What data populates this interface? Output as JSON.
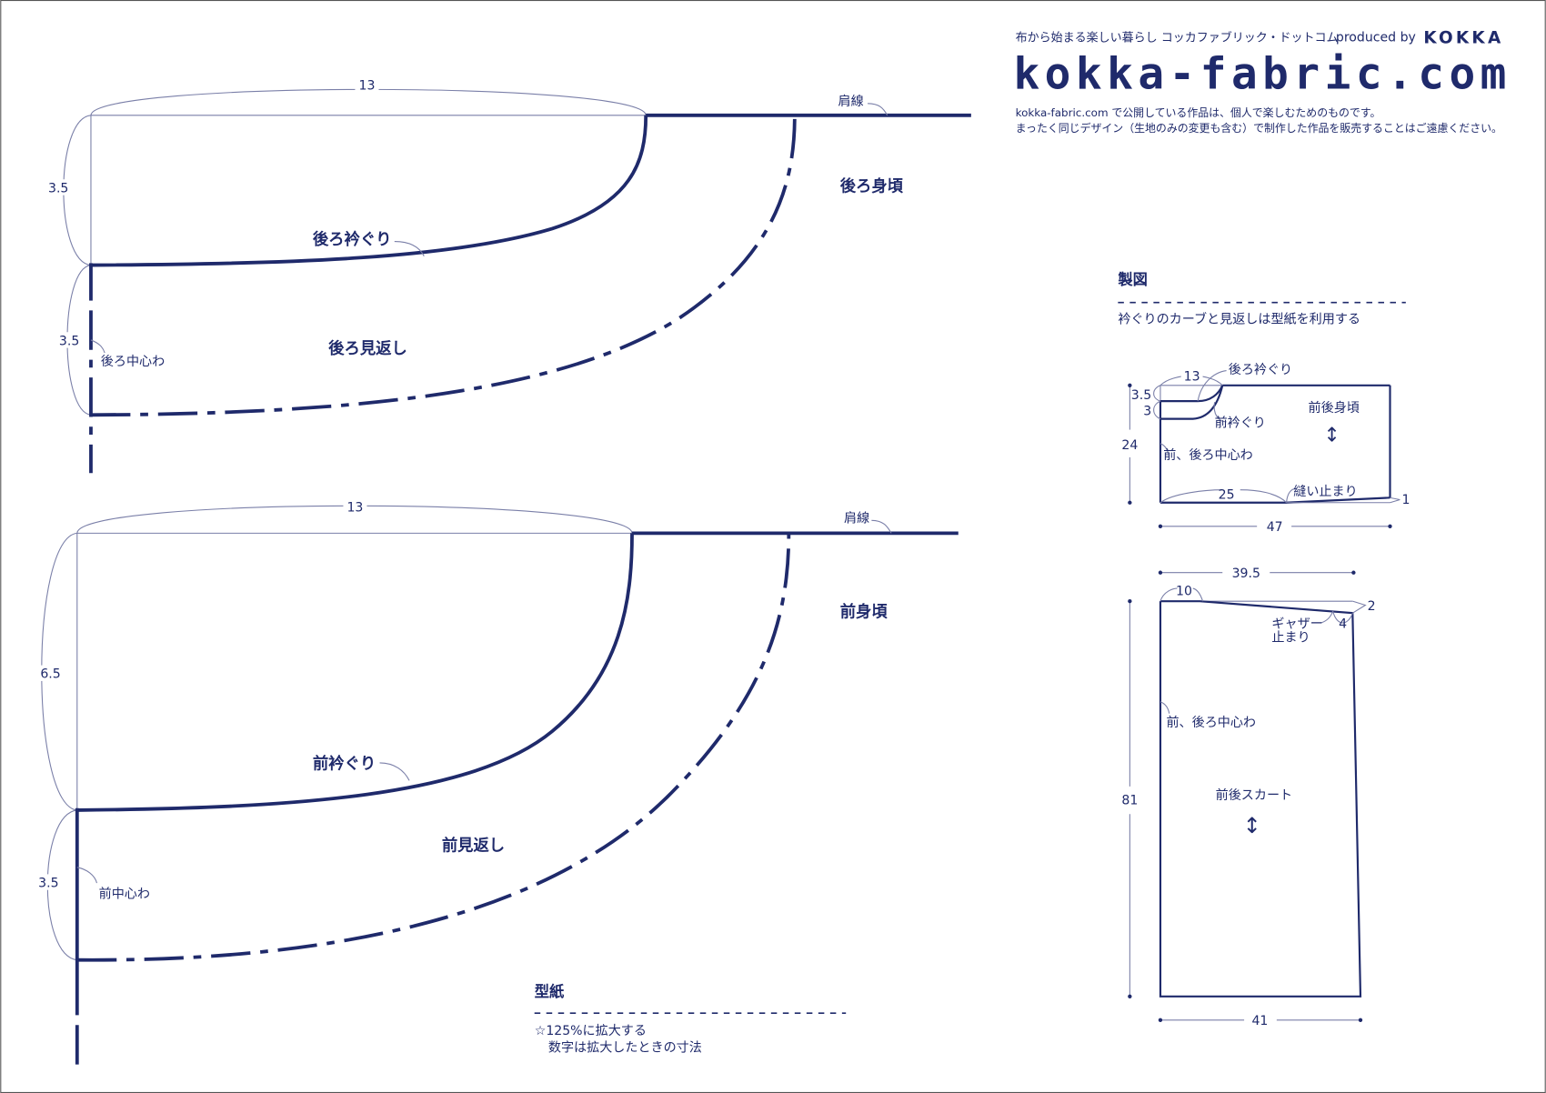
{
  "header": {
    "tagline": "布から始まる楽しい暮らし コッカファブリック・ドットコム",
    "produced_by": "produced by",
    "brand": "KOKKA",
    "logo": "kokka-fabric.com",
    "notice_1": "kokka-fabric.com で公開している作品は、個人で楽しむためのものです。",
    "notice_2": "まったく同じデザイン（生地のみの変更も含む）で制作した作品を販売することはご遠慮ください。"
  },
  "back_pattern": {
    "width_dim": "13",
    "depth_dim": "3.5",
    "facing_dim": "3.5",
    "shoulder_label": "肩線",
    "piece_label": "後ろ身頃",
    "neckline_label": "後ろ衿ぐり",
    "facing_label": "後ろ見返し",
    "center_label": "後ろ中心わ"
  },
  "front_pattern": {
    "width_dim": "13",
    "depth_dim": "6.5",
    "facing_dim": "3.5",
    "shoulder_label": "肩線",
    "piece_label": "前身頃",
    "neckline_label": "前衿ぐり",
    "facing_label": "前見返し",
    "center_label": "前中心わ"
  },
  "pattern_note": {
    "title": "型紙",
    "line_1": "☆125%に拡大する",
    "line_2": "数字は拡大したときの寸法"
  },
  "drafting": {
    "title": "製図",
    "note": "衿ぐりのカーブと見返しは型紙を利用する",
    "bodice": {
      "neck_width": "13",
      "back_depth": "3.5",
      "front_depth": "3",
      "back_neck_label": "後ろ衿ぐり",
      "front_neck_label": "前衿ぐり",
      "piece_label": "前後身頃",
      "center_label": "前、後ろ中心わ",
      "height": "24",
      "stitch_dim": "25",
      "stitch_label": "縫い止まり",
      "hem_rise": "1",
      "width": "47"
    },
    "skirt": {
      "top_width": "39.5",
      "flat_dim": "10",
      "drop_dim": "2",
      "gather_label_1": "ギャザー",
      "gather_label_2": "止まり",
      "gather_dim": "4",
      "center_label": "前、後ろ中心わ",
      "piece_label": "前後スカート",
      "height": "81",
      "hem_width": "41"
    }
  }
}
